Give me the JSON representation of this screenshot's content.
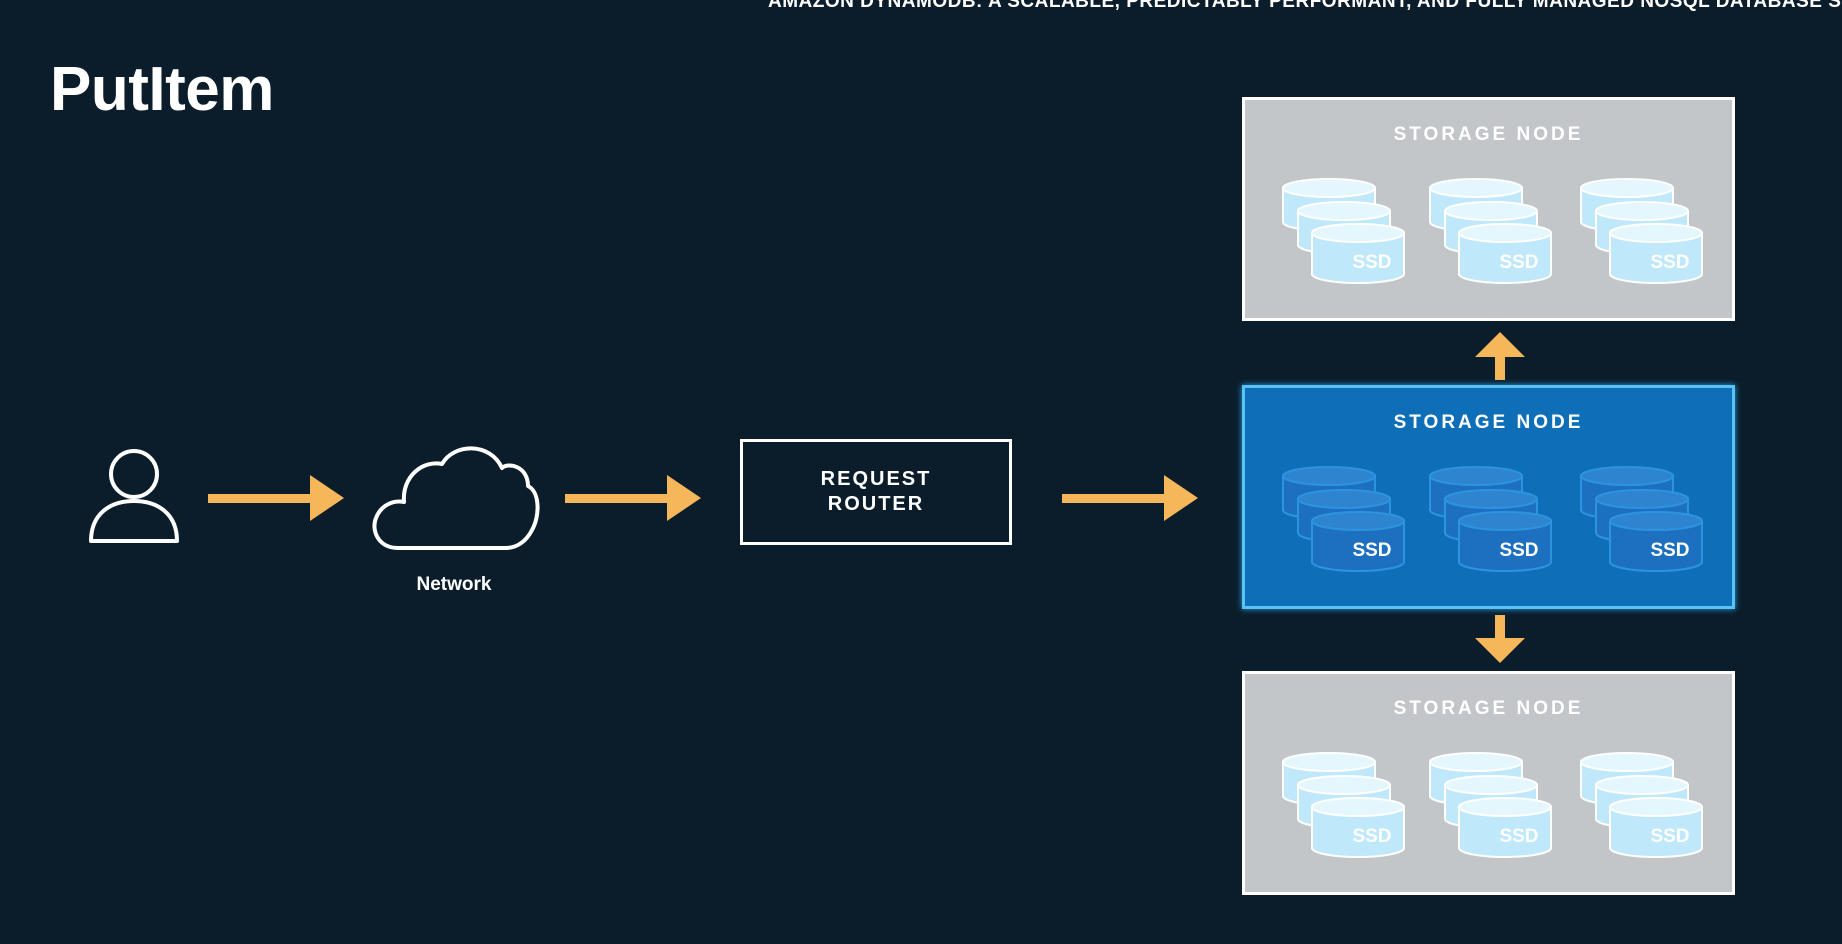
{
  "header": {
    "caption": "AMAZON DYNAMODB: A SCALABLE, PREDICTABLY PERFORMANT, AND FULLY MANAGED NOSQL DATABASE SERVICE",
    "title": "PutItem"
  },
  "network": {
    "label": "Network"
  },
  "router": {
    "line1": "REQUEST",
    "line2": "ROUTER"
  },
  "storage_nodes": [
    {
      "title": "STORAGE NODE",
      "highlighted": false,
      "disks": [
        "SSD",
        "SSD",
        "SSD"
      ]
    },
    {
      "title": "STORAGE NODE",
      "highlighted": true,
      "disks": [
        "SSD",
        "SSD",
        "SSD"
      ]
    },
    {
      "title": "STORAGE NODE",
      "highlighted": false,
      "disks": [
        "SSD",
        "SSD",
        "SSD"
      ]
    }
  ],
  "colors": {
    "background": "#0b1d2b",
    "arrow": "#f6b65a",
    "node_gray": "#c2c6c9",
    "node_blue": "#0e6fb8",
    "disk_light": "#bfe8fb",
    "disk_dark": "#1d6fc0"
  }
}
